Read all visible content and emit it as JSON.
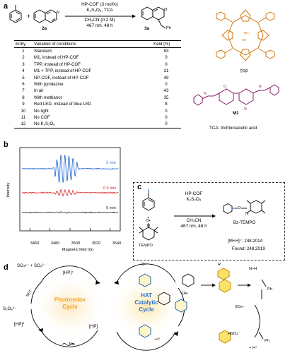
{
  "panels": {
    "a": "a",
    "b": "b",
    "c": "c",
    "d": "d"
  },
  "scheme_a": {
    "reactant2_label": "2a",
    "product_label": "3a",
    "cond_line1": "HP-COF (3 mol%)",
    "cond_line2": "K₂S₂O₈, TCA",
    "cond_line3": "CH₃CN (0.2 M)",
    "cond_line4": "467 nm, 48 h",
    "product_sub": "Ph"
  },
  "table": {
    "headers": [
      "Entry",
      "Variation of conditions",
      "Yield (%)"
    ],
    "rows": [
      [
        "1",
        "Standard",
        "93"
      ],
      [
        "2",
        "M1, instead of HP-COF",
        "0"
      ],
      [
        "3",
        "TPP, instead of HP-COF",
        "0"
      ],
      [
        "4",
        "M1 + TPP, instead of HP-COF",
        "21"
      ],
      [
        "5",
        "NP-COF, instead of HP-COF",
        "49"
      ],
      [
        "6",
        "With pyridazine",
        "0"
      ],
      [
        "7",
        "In air",
        "43"
      ],
      [
        "8",
        "With methanol",
        "35"
      ],
      [
        "9",
        "Red LED, instead of blue LED",
        "8"
      ],
      [
        "10",
        "No light",
        "0"
      ],
      [
        "11",
        "No COF",
        "0"
      ],
      [
        "12",
        "No K₂S₂O₈",
        "0"
      ]
    ]
  },
  "structures": {
    "tpp_label": "TPP",
    "m1_label": "M1",
    "tca_note": "TCA: trichloroacetic acid",
    "n_plus": "N⁺",
    "o_minus": "O⁻",
    "n_label": "N"
  },
  "epr": {
    "ylabel": "Intensity",
    "xlabel": "Magnetic field (G)",
    "x_ticks": [
      "3460",
      "3480",
      "3500",
      "3520",
      "3540"
    ],
    "traces": [
      "2 min",
      "0.5 min",
      "0 min"
    ],
    "colors": {
      "blue": "#2f6fd6",
      "red": "#d9262b",
      "black": "#222222"
    }
  },
  "panel_c": {
    "cond1": "HP-COF",
    "cond2": "K₂S₂O₈",
    "cond3": "CH₃CN",
    "cond4": "467 nm, 48 h",
    "plus": "+",
    "tempo_label": "TEMPO",
    "product_label": "Bz-TEMPO",
    "ms_line1": "[M+H]⁺: 248.2014",
    "ms_line2": "Found: 248.2019",
    "o_label": "O",
    "n_label": "N",
    "o_dot": "O•"
  },
  "mechanism": {
    "hp_plus": "[HP]⁺",
    "hp_star": "[HP]*",
    "hp": "[HP]",
    "set": "SET",
    "s2o8": "S₂O₈²⁻",
    "so4_products": "SO₄•⁻ + SO₄²⁻",
    "hv": "hv",
    "photoredox1": "Photoredox",
    "photoredox2": "Cycle",
    "hat1": "HAT",
    "hat2": "Catalytic",
    "hat3": "Cycle",
    "minus_h": "-H⁺",
    "so4_radical": "SO₄•⁻",
    "hso4": "HSO₄⁻",
    "plus_h": "+ H⁺",
    "r_label": "R",
    "nh_label": "N–H",
    "ph_label": "Ph",
    "oh_label": "OH",
    "o_label": "O•",
    "n_label": "N"
  }
}
